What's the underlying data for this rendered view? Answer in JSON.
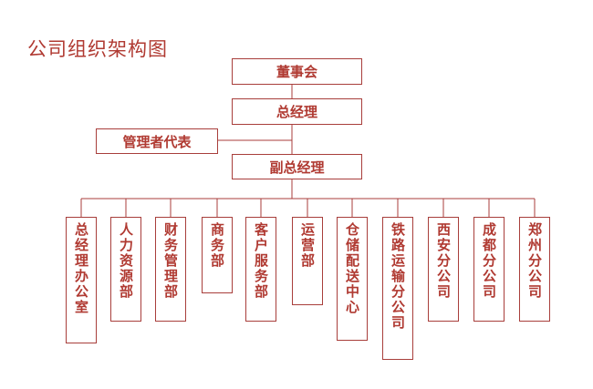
{
  "title": "公司组织架构图",
  "colors": {
    "line": "#a83e3b",
    "text": "#b03a32"
  },
  "top_nodes": {
    "board": "董事会",
    "gm": "总经理",
    "rep": "管理者代表",
    "deputy": "副总经理"
  },
  "departments": [
    "总经理办公室",
    "人力资源部",
    "财务管理部",
    "商务部",
    "客户服务部",
    "运营部",
    "仓储配送中心",
    "铁路运输分公司",
    "西安分公司",
    "成都分公司",
    "郑州分公司"
  ]
}
